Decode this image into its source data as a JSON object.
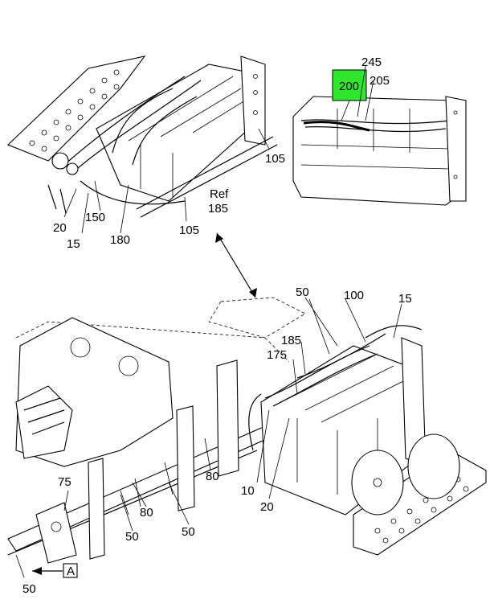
{
  "callouts": {
    "c245": "245",
    "c200": "200",
    "c205": "205",
    "c105a": "105",
    "c105b": "105",
    "ref": "Ref",
    "c185a": "185",
    "c20a": "20",
    "c150": "150",
    "c15a": "15",
    "c180": "180",
    "c50a": "50",
    "c100": "100",
    "c15b": "15",
    "c185b": "185",
    "c175": "175",
    "c80a": "80",
    "c80b": "80",
    "c75": "75",
    "c50b": "50",
    "c50c": "50",
    "c10": "10",
    "c20b": "20",
    "c50d": "50",
    "viewA": "A"
  },
  "colors": {
    "highlight": "#2ee82e",
    "line": "#000000"
  }
}
